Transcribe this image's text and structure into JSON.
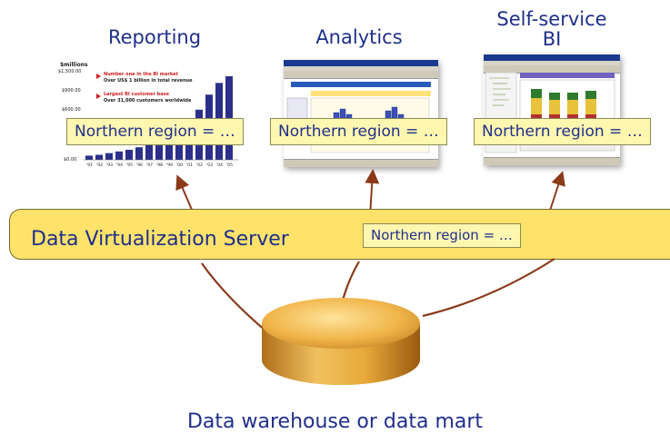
{
  "columns": [
    {
      "title": "Reporting"
    },
    {
      "title": "Analytics"
    },
    {
      "title": "Self-service\nBI"
    }
  ],
  "shared_box_label": "Northern region = …",
  "server": {
    "label": "Data Virtualization Server",
    "box_label": "Northern region = …"
  },
  "database": {
    "label": "Data warehouse or data mart"
  },
  "reporting_thumbnail": {
    "axis_title": "$millions",
    "y_ticks": [
      "$1,500.00",
      "$900.00",
      "$600.00",
      "$0.00"
    ],
    "bullets": [
      {
        "title": "Number one in the BI market",
        "sub": "Over US$ 1 billion in total revenue"
      },
      {
        "title": "Largest BI customer base",
        "sub": "Over 31,000 customers worldwide"
      }
    ],
    "x_ticks": [
      "'91",
      "'92",
      "'93",
      "'94",
      "'95",
      "'96",
      "'97",
      "'98",
      "'99",
      "'00",
      "'01",
      "'02",
      "'03",
      "'04",
      "'05"
    ],
    "bar_values": [
      5,
      6,
      8,
      10,
      12,
      15,
      18,
      20,
      24,
      32,
      48,
      60,
      78,
      92,
      100
    ],
    "bar_color": "#2b2f8a"
  },
  "colors": {
    "title_text": "#1f2f8a",
    "band_fill": "#ffe26a",
    "box_fill": "#fff7b0",
    "arrow": "#8b3a1a",
    "database_gold": "#e8a93a"
  }
}
